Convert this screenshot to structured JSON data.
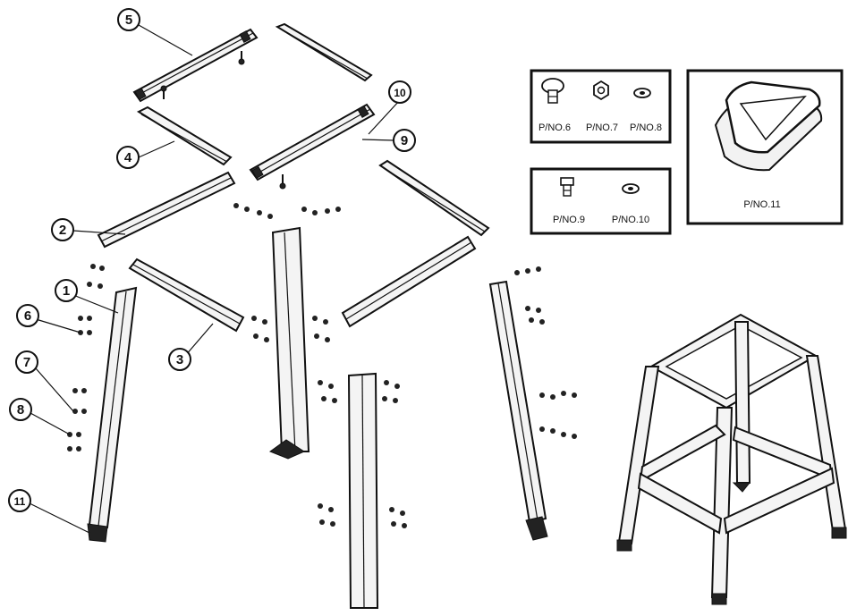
{
  "callouts": [
    {
      "id": "c1",
      "label": "1"
    },
    {
      "id": "c2",
      "label": "2"
    },
    {
      "id": "c3",
      "label": "3"
    },
    {
      "id": "c4",
      "label": "4"
    },
    {
      "id": "c5",
      "label": "5"
    },
    {
      "id": "c6",
      "label": "6"
    },
    {
      "id": "c7",
      "label": "7"
    },
    {
      "id": "c8",
      "label": "8"
    },
    {
      "id": "c9",
      "label": "9"
    },
    {
      "id": "c10",
      "label": "10"
    },
    {
      "id": "c11",
      "label": "11"
    }
  ],
  "parts_box_a": {
    "labels": [
      "P/NO.6",
      "P/NO.7",
      "P/NO.8"
    ]
  },
  "parts_box_b": {
    "labels": [
      "P/NO.9",
      "P/NO.10"
    ]
  },
  "parts_box_c": {
    "labels": [
      "P/NO.11"
    ]
  }
}
